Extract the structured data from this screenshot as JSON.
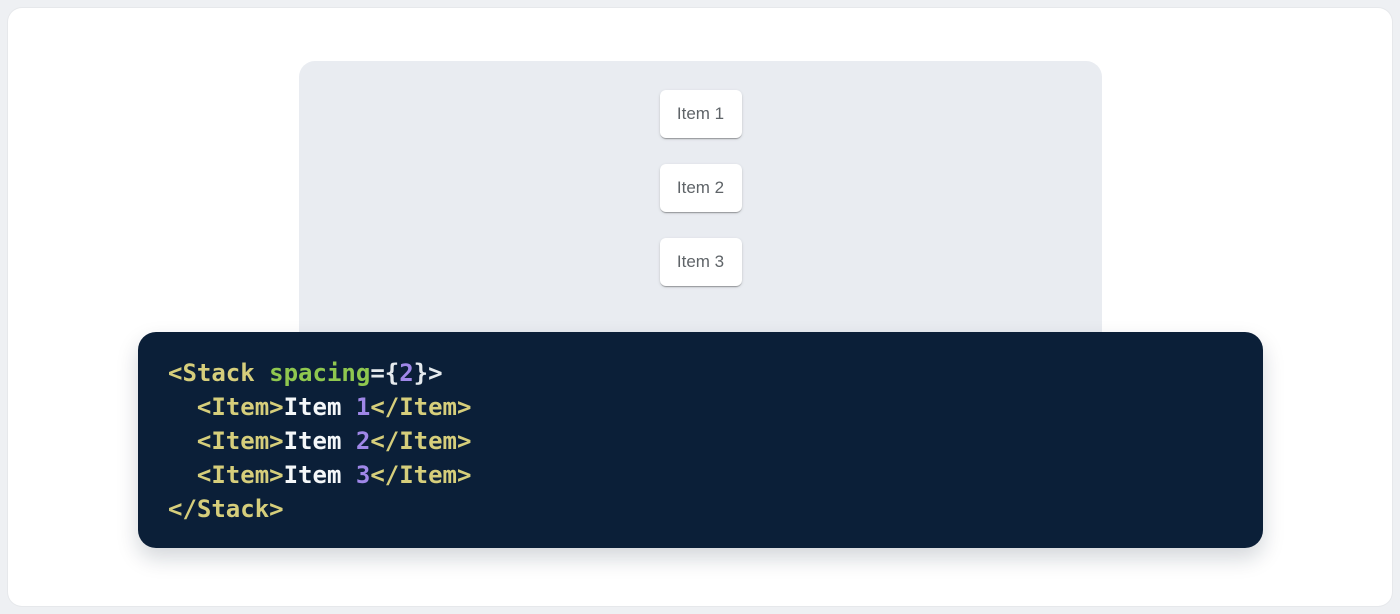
{
  "colors": {
    "canvas": "#eef0f3",
    "surface": "#ffffff",
    "panel": "#e9ecf1",
    "card_text": "#5f6468",
    "code_bg": "#0b1f38",
    "tok_tag": "#d6ce7b",
    "tok_attr": "#8fc74f",
    "tok_punct": "#e6ebee",
    "tok_num": "#9f87e8",
    "tok_plain": "#f4f7f9"
  },
  "demo": {
    "items": [
      "Item 1",
      "Item 2",
      "Item 3"
    ]
  },
  "code": {
    "language": "jsx",
    "text": "<Stack spacing={2}>\n  <Item>Item 1</Item>\n  <Item>Item 2</Item>\n  <Item>Item 3</Item>\n</Stack>",
    "lines": [
      [
        {
          "c": "tag",
          "t": "<Stack"
        },
        {
          "c": "plain",
          "t": " "
        },
        {
          "c": "attr",
          "t": "spacing"
        },
        {
          "c": "punct",
          "t": "={"
        },
        {
          "c": "num",
          "t": "2"
        },
        {
          "c": "punct",
          "t": "}>"
        }
      ],
      [
        {
          "c": "plain",
          "t": "  "
        },
        {
          "c": "tag",
          "t": "<Item>"
        },
        {
          "c": "plain",
          "t": "Item "
        },
        {
          "c": "num",
          "t": "1"
        },
        {
          "c": "tag",
          "t": "</Item>"
        }
      ],
      [
        {
          "c": "plain",
          "t": "  "
        },
        {
          "c": "tag",
          "t": "<Item>"
        },
        {
          "c": "plain",
          "t": "Item "
        },
        {
          "c": "num",
          "t": "2"
        },
        {
          "c": "tag",
          "t": "</Item>"
        }
      ],
      [
        {
          "c": "plain",
          "t": "  "
        },
        {
          "c": "tag",
          "t": "<Item>"
        },
        {
          "c": "plain",
          "t": "Item "
        },
        {
          "c": "num",
          "t": "3"
        },
        {
          "c": "tag",
          "t": "</Item>"
        }
      ],
      [
        {
          "c": "tag",
          "t": "</Stack>"
        }
      ]
    ]
  }
}
